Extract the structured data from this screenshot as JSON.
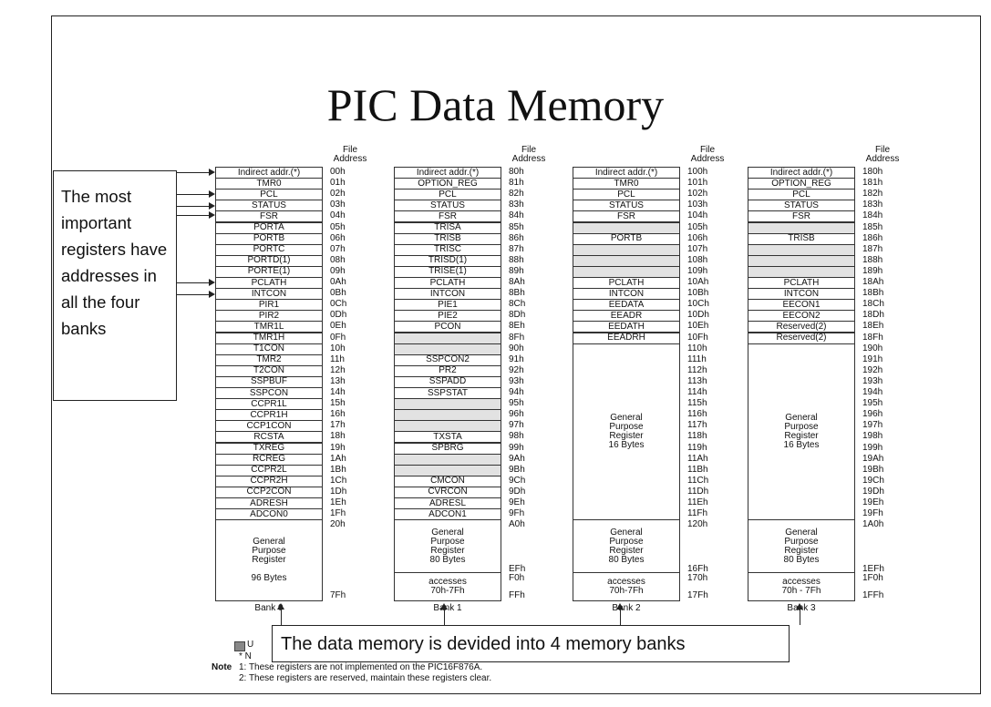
{
  "title": "PIC Data Memory",
  "file_address_header": "File\nAddress",
  "banks": [
    {
      "label": "Bank 0",
      "rows": [
        {
          "name": "Indirect addr.(*)",
          "addr": "00h"
        },
        {
          "name": "TMR0",
          "addr": "01h"
        },
        {
          "name": "PCL",
          "addr": "02h"
        },
        {
          "name": "STATUS",
          "addr": "03h"
        },
        {
          "name": "FSR",
          "addr": "04h"
        },
        {
          "name": "PORTA",
          "addr": "05h"
        },
        {
          "name": "PORTB",
          "addr": "06h"
        },
        {
          "name": "PORTC",
          "addr": "07h"
        },
        {
          "name": "PORTD(1)",
          "addr": "08h"
        },
        {
          "name": "PORTE(1)",
          "addr": "09h"
        },
        {
          "name": "PCLATH",
          "addr": "0Ah"
        },
        {
          "name": "INTCON",
          "addr": "0Bh"
        },
        {
          "name": "PIR1",
          "addr": "0Ch"
        },
        {
          "name": "PIR2",
          "addr": "0Dh"
        },
        {
          "name": "TMR1L",
          "addr": "0Eh"
        },
        {
          "name": "TMR1H",
          "addr": "0Fh"
        },
        {
          "name": "T1CON",
          "addr": "10h"
        },
        {
          "name": "TMR2",
          "addr": "11h"
        },
        {
          "name": "T2CON",
          "addr": "12h"
        },
        {
          "name": "SSPBUF",
          "addr": "13h"
        },
        {
          "name": "SSPCON",
          "addr": "14h"
        },
        {
          "name": "CCPR1L",
          "addr": "15h"
        },
        {
          "name": "CCPR1H",
          "addr": "16h"
        },
        {
          "name": "CCP1CON",
          "addr": "17h"
        },
        {
          "name": "RCSTA",
          "addr": "18h"
        },
        {
          "name": "TXREG",
          "addr": "19h"
        },
        {
          "name": "RCREG",
          "addr": "1Ah"
        },
        {
          "name": "CCPR2L",
          "addr": "1Bh"
        },
        {
          "name": "CCPR2H",
          "addr": "1Ch"
        },
        {
          "name": "CCP2CON",
          "addr": "1Dh"
        },
        {
          "name": "ADRESH",
          "addr": "1Eh"
        },
        {
          "name": "ADCON0",
          "addr": "1Fh"
        }
      ],
      "gpr_start_addr": "20h",
      "gpr_text": "General\nPurpose\nRegister\n\n96 Bytes",
      "gpr_end_addr": "",
      "tail_text": "",
      "tail_start_addr": "",
      "last_addr": "7Fh"
    },
    {
      "label": "Bank 1",
      "rows": [
        {
          "name": "Indirect addr.(*)",
          "addr": "80h"
        },
        {
          "name": "OPTION_REG",
          "addr": "81h"
        },
        {
          "name": "PCL",
          "addr": "82h"
        },
        {
          "name": "STATUS",
          "addr": "83h"
        },
        {
          "name": "FSR",
          "addr": "84h"
        },
        {
          "name": "TRISA",
          "addr": "85h"
        },
        {
          "name": "TRISB",
          "addr": "86h"
        },
        {
          "name": "TRISC",
          "addr": "87h"
        },
        {
          "name": "TRISD(1)",
          "addr": "88h"
        },
        {
          "name": "TRISE(1)",
          "addr": "89h"
        },
        {
          "name": "PCLATH",
          "addr": "8Ah"
        },
        {
          "name": "INTCON",
          "addr": "8Bh"
        },
        {
          "name": "PIE1",
          "addr": "8Ch"
        },
        {
          "name": "PIE2",
          "addr": "8Dh"
        },
        {
          "name": "PCON",
          "addr": "8Eh"
        },
        {
          "name": "",
          "addr": "8Fh"
        },
        {
          "name": "",
          "addr": "90h"
        },
        {
          "name": "SSPCON2",
          "addr": "91h"
        },
        {
          "name": "PR2",
          "addr": "92h"
        },
        {
          "name": "SSPADD",
          "addr": "93h"
        },
        {
          "name": "SSPSTAT",
          "addr": "94h"
        },
        {
          "name": "",
          "addr": "95h"
        },
        {
          "name": "",
          "addr": "96h"
        },
        {
          "name": "",
          "addr": "97h"
        },
        {
          "name": "TXSTA",
          "addr": "98h"
        },
        {
          "name": "SPBRG",
          "addr": "99h"
        },
        {
          "name": "",
          "addr": "9Ah"
        },
        {
          "name": "",
          "addr": "9Bh"
        },
        {
          "name": "CMCON",
          "addr": "9Ch"
        },
        {
          "name": "CVRCON",
          "addr": "9Dh"
        },
        {
          "name": "ADRESL",
          "addr": "9Eh"
        },
        {
          "name": "ADCON1",
          "addr": "9Fh"
        }
      ],
      "gpr_start_addr": "A0h",
      "gpr_text": "General\nPurpose\nRegister\n80 Bytes",
      "gpr_end_addr": "EFh",
      "tail_text": "accesses\n70h-7Fh",
      "tail_start_addr": "F0h",
      "last_addr": "FFh"
    },
    {
      "label": "Bank 2",
      "rows": [
        {
          "name": "Indirect addr.(*)",
          "addr": "100h"
        },
        {
          "name": "TMR0",
          "addr": "101h"
        },
        {
          "name": "PCL",
          "addr": "102h"
        },
        {
          "name": "STATUS",
          "addr": "103h"
        },
        {
          "name": "FSR",
          "addr": "104h"
        },
        {
          "name": "",
          "addr": "105h"
        },
        {
          "name": "PORTB",
          "addr": "106h"
        },
        {
          "name": "",
          "addr": "107h"
        },
        {
          "name": "",
          "addr": "108h"
        },
        {
          "name": "",
          "addr": "109h"
        },
        {
          "name": "PCLATH",
          "addr": "10Ah"
        },
        {
          "name": "INTCON",
          "addr": "10Bh"
        },
        {
          "name": "EEDATA",
          "addr": "10Ch"
        },
        {
          "name": "EEADR",
          "addr": "10Dh"
        },
        {
          "name": "EEDATH",
          "addr": "10Eh"
        },
        {
          "name": "EEADRH",
          "addr": "10Fh"
        }
      ],
      "mid_addrs": [
        "110h",
        "111h",
        "112h",
        "113h",
        "114h",
        "115h",
        "116h",
        "117h",
        "118h",
        "119h",
        "11Ah",
        "11Bh",
        "11Ch",
        "11Dh",
        "11Eh",
        "11Fh"
      ],
      "mid_text": "General\nPurpose\nRegister\n16 Bytes",
      "gpr_start_addr": "120h",
      "gpr_text": "General\nPurpose\nRegister\n80 Bytes",
      "gpr_end_addr": "16Fh",
      "tail_text": "accesses\n70h-7Fh",
      "tail_start_addr": "170h",
      "last_addr": "17Fh"
    },
    {
      "label": "Bank 3",
      "rows": [
        {
          "name": "Indirect addr.(*)",
          "addr": "180h"
        },
        {
          "name": "OPTION_REG",
          "addr": "181h"
        },
        {
          "name": "PCL",
          "addr": "182h"
        },
        {
          "name": "STATUS",
          "addr": "183h"
        },
        {
          "name": "FSR",
          "addr": "184h"
        },
        {
          "name": "",
          "addr": "185h"
        },
        {
          "name": "TRISB",
          "addr": "186h"
        },
        {
          "name": "",
          "addr": "187h"
        },
        {
          "name": "",
          "addr": "188h"
        },
        {
          "name": "",
          "addr": "189h"
        },
        {
          "name": "PCLATH",
          "addr": "18Ah"
        },
        {
          "name": "INTCON",
          "addr": "18Bh"
        },
        {
          "name": "EECON1",
          "addr": "18Ch"
        },
        {
          "name": "EECON2",
          "addr": "18Dh"
        },
        {
          "name": "Reserved(2)",
          "addr": "18Eh"
        },
        {
          "name": "Reserved(2)",
          "addr": "18Fh"
        }
      ],
      "mid_addrs": [
        "190h",
        "191h",
        "192h",
        "193h",
        "194h",
        "195h",
        "196h",
        "197h",
        "198h",
        "199h",
        "19Ah",
        "19Bh",
        "19Ch",
        "19Dh",
        "19Eh",
        "19Fh"
      ],
      "mid_text": "General\nPurpose\nRegister\n16 Bytes",
      "gpr_start_addr": "1A0h",
      "gpr_text": "General\nPurpose\nRegister\n80 Bytes",
      "gpr_end_addr": "1EFh",
      "tail_text": "accesses\n70h - 7Fh",
      "tail_start_addr": "1F0h",
      "last_addr": "1FFh"
    }
  ],
  "left_callout": "The most important registers have addresses in all the four banks",
  "bottom_callout": "The data memory is devided into 4 memory banks",
  "legend": {
    "unimpl_letter": "U",
    "star_letter": "* N",
    "note_label": "Note",
    "note1": "1:   These registers are not implemented on the PIC16F876A.",
    "note2": "2:   These registers are reserved, maintain these registers clear."
  }
}
